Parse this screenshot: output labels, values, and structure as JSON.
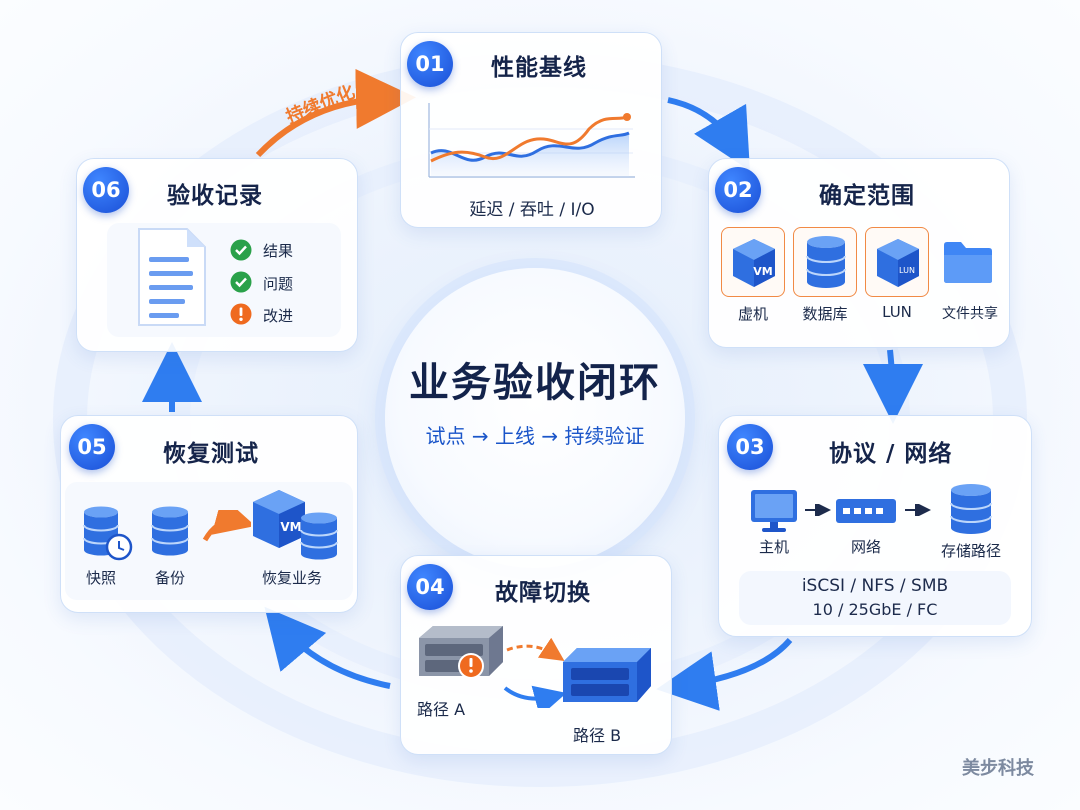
{
  "center": {
    "title": "业务验收闭环",
    "subtitle": "试点 → 上线 → 持续验证"
  },
  "loop_label": "持续优化",
  "steps": [
    {
      "num": "01",
      "title": "性能基线",
      "caption": "延迟 / 吞吐 / I/O"
    },
    {
      "num": "02",
      "title": "确定范围",
      "items": [
        "虚机",
        "数据库",
        "LUN",
        "文件共享"
      ],
      "icon_text": {
        "vm": "VM",
        "lun": "LUN"
      }
    },
    {
      "num": "03",
      "title": "协议 / 网络",
      "items": [
        "主机",
        "网络",
        "存储路径"
      ],
      "protocols": "iSCSI / NFS / SMB",
      "speeds": "10 / 25GbE / FC"
    },
    {
      "num": "04",
      "title": "故障切换",
      "items": [
        "路径 A",
        "路径 B"
      ]
    },
    {
      "num": "05",
      "title": "恢复测试",
      "items": [
        "快照",
        "备份",
        "恢复业务"
      ],
      "icon_text": {
        "vm": "VM"
      }
    },
    {
      "num": "06",
      "title": "验收记录",
      "items": [
        "结果",
        "问题",
        "改进"
      ]
    }
  ],
  "watermark": "美步科技",
  "colors": {
    "primary": "#1f5fe0",
    "accent": "#f07a2e",
    "ok": "#2aa14a",
    "warn": "#ef6a1f"
  }
}
